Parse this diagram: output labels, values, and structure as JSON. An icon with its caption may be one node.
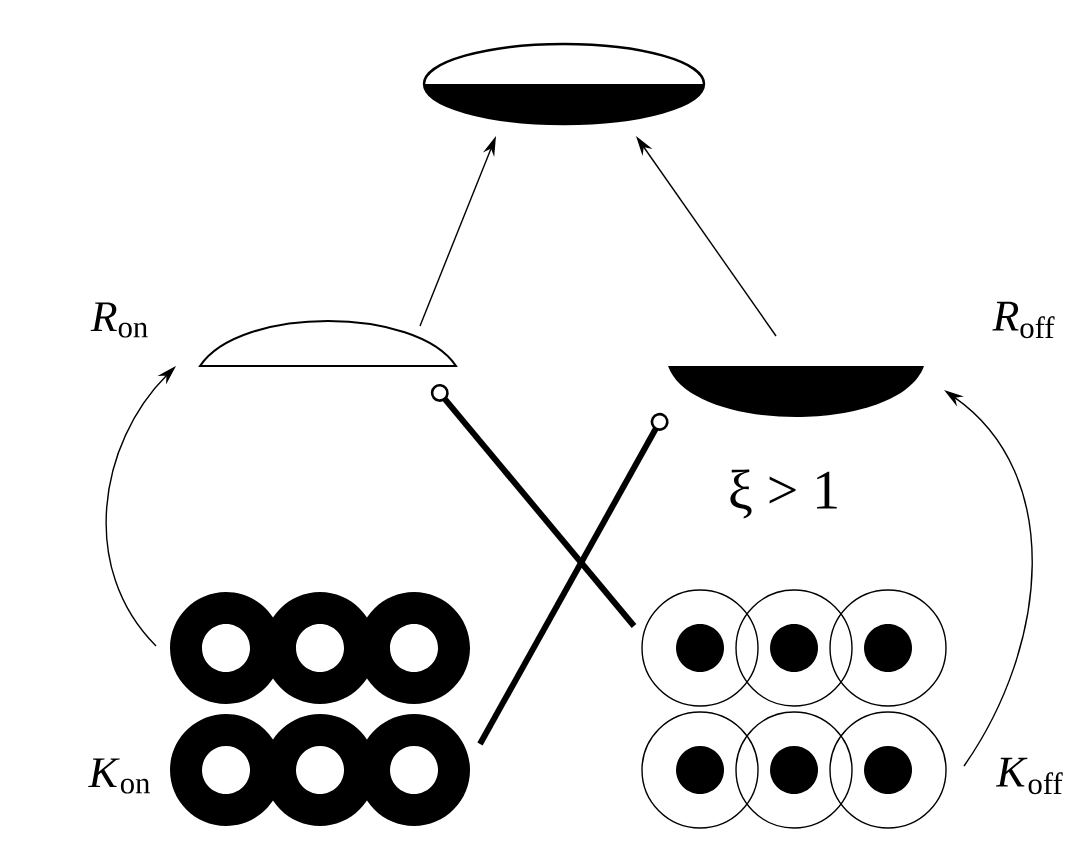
{
  "diagram": {
    "nodes": [
      {
        "text": [],
        "shape": "ellipse"
      },
      {
        "text": [],
        "shape": "dome",
        "beside": [
          "*R*$_{on}$"
        ]
      },
      {
        "text": [],
        "shape": "bowl",
        "beside": [
          "*R*$_{off}$"
        ]
      },
      {
        "text": [],
        "shape": "picture",
        "beside": [
          "*K*$_{on}$"
        ]
      },
      {
        "text": [],
        "shape": "picture",
        "beside": [
          "*K*$_{off}$"
        ]
      }
    ],
    "edges": [
      {
        "from": 1,
        "to": 0,
        "arrow": "to"
      },
      {
        "from": 2,
        "to": 0,
        "arrow": "to"
      },
      {
        "from": 3,
        "to": 1,
        "arrow": "to"
      },
      {
        "from": 4,
        "to": 2,
        "arrow": "to"
      },
      {
        "from": 4,
        "to": 1,
        "arrow": "other",
        "style": "thick"
      },
      {
        "from": 3,
        "to": 2,
        "arrow": "other",
        "style": "thick"
      }
    ],
    "labels": [
      "ξ > 1"
    ]
  }
}
